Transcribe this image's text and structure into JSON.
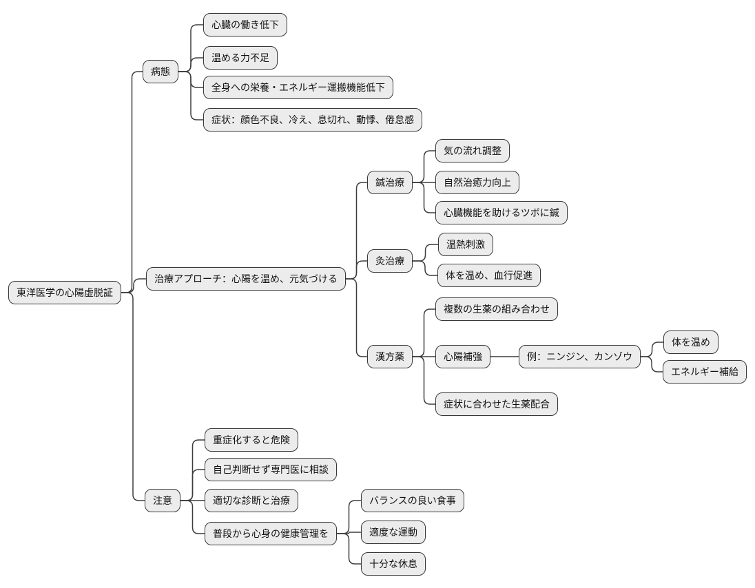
{
  "diagram": {
    "type": "mindmap",
    "direction": "left-to-right",
    "colors": {
      "background": "#ffffff",
      "node_fill": "#ececec",
      "node_border": "#383838",
      "link": "#3d3d3d",
      "text": "#111111"
    },
    "tree": {
      "label": "東洋医学の心陽虚脱証",
      "children": [
        {
          "label": "病態",
          "children": [
            {
              "label": "心臓の働き低下"
            },
            {
              "label": "温める力不足"
            },
            {
              "label": "全身への栄養・エネルギー運搬機能低下"
            },
            {
              "label": "症状：顔色不良、冷え、息切れ、動悸、倦怠感"
            }
          ]
        },
        {
          "label": "治療アプローチ：心陽を温め、元気づける",
          "children": [
            {
              "label": "鍼治療",
              "children": [
                {
                  "label": "気の流れ調整"
                },
                {
                  "label": "自然治癒力向上"
                },
                {
                  "label": "心臓機能を助けるツボに鍼"
                }
              ]
            },
            {
              "label": "灸治療",
              "children": [
                {
                  "label": "温熱刺激"
                },
                {
                  "label": "体を温め、血行促進"
                }
              ]
            },
            {
              "label": "漢方薬",
              "children": [
                {
                  "label": "複数の生薬の組み合わせ"
                },
                {
                  "label": "心陽補強",
                  "children": [
                    {
                      "label": "例：ニンジン、カンゾウ",
                      "children": [
                        {
                          "label": "体を温め"
                        },
                        {
                          "label": "エネルギー補給"
                        }
                      ]
                    }
                  ]
                },
                {
                  "label": "症状に合わせた生薬配合"
                }
              ]
            }
          ]
        },
        {
          "label": "注意",
          "children": [
            {
              "label": "重症化すると危険"
            },
            {
              "label": "自己判断せず専門医に相談"
            },
            {
              "label": "適切な診断と治療"
            },
            {
              "label": "普段から心身の健康管理を",
              "children": [
                {
                  "label": "バランスの良い食事"
                },
                {
                  "label": "適度な運動"
                },
                {
                  "label": "十分な休息"
                }
              ]
            }
          ]
        }
      ]
    }
  }
}
